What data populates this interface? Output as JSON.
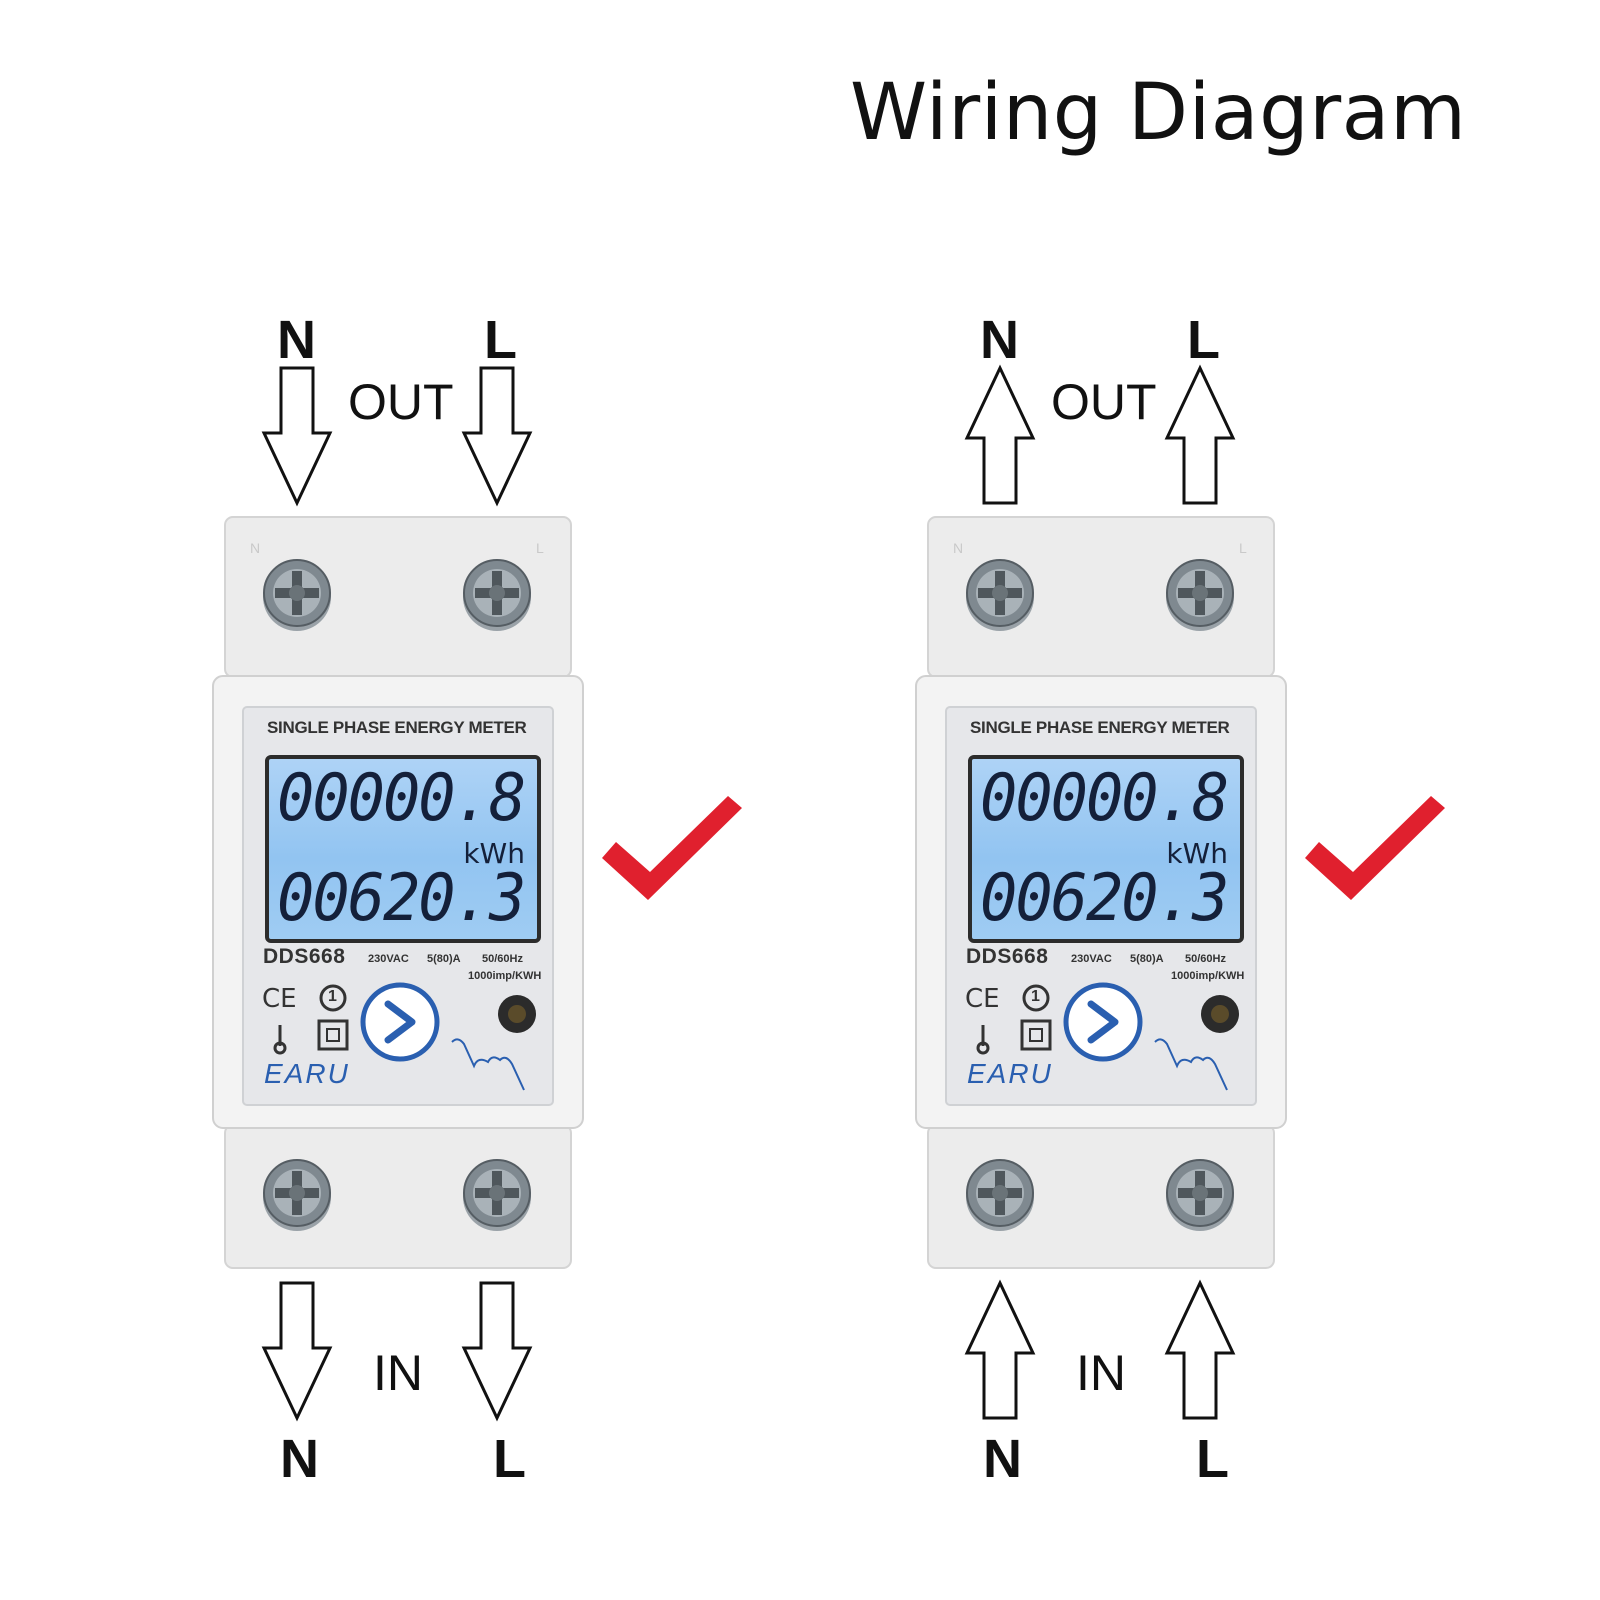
{
  "title": "Wiring Diagram",
  "colors": {
    "check": "#e0202e",
    "lcd": "#9fccf3",
    "brand": "#2a5fb0"
  },
  "panels": [
    {
      "top_n": "N",
      "top_l": "L",
      "out": "OUT",
      "bottom_n": "N",
      "bottom_l": "L",
      "in": "IN",
      "arrow_direction": "down",
      "meter": {
        "title": "SINGLE PHASE ENERGY METER",
        "reading1": "00000.8",
        "unit": "kWh",
        "reading2": "00620.3",
        "model": "DDS668",
        "voltage": "230VAC",
        "current": "5(80)A",
        "freq": "50/60Hz",
        "imp": "1000imp/KWH",
        "brand": "EARU",
        "term_n": "N",
        "term_l": "L",
        "cert_ce": "CE",
        "cert_1": "1"
      },
      "check_icon": "checkmark-icon"
    },
    {
      "top_n": "N",
      "top_l": "L",
      "out": "OUT",
      "bottom_n": "N",
      "bottom_l": "L",
      "in": "IN",
      "arrow_direction": "up",
      "meter": {
        "title": "SINGLE PHASE ENERGY METER",
        "reading1": "00000.8",
        "unit": "kWh",
        "reading2": "00620.3",
        "model": "DDS668",
        "voltage": "230VAC",
        "current": "5(80)A",
        "freq": "50/60Hz",
        "imp": "1000imp/KWH",
        "brand": "EARU",
        "term_n": "N",
        "term_l": "L",
        "cert_ce": "CE",
        "cert_1": "1"
      },
      "check_icon": "checkmark-icon"
    }
  ]
}
